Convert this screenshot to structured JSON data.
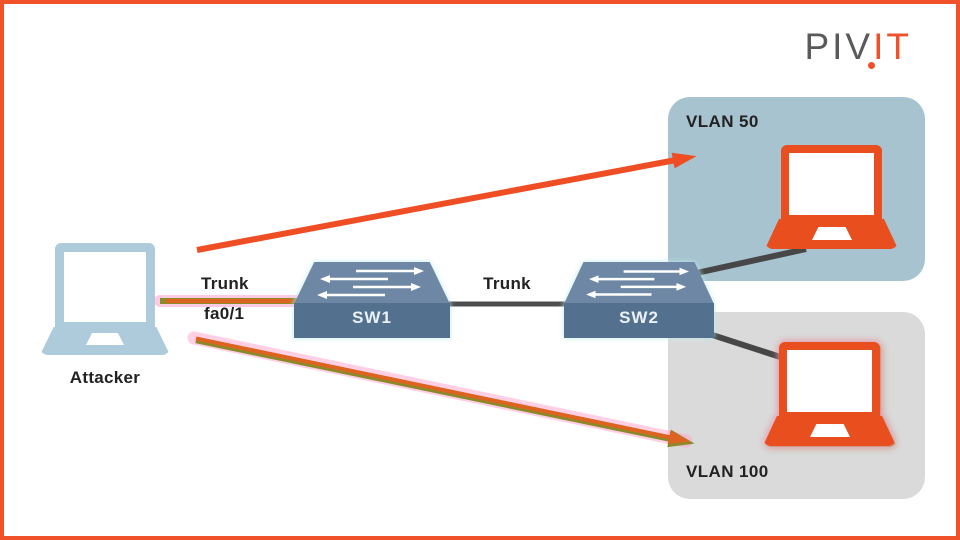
{
  "page": {
    "background": "#ffffff",
    "border_color": "#f0512a"
  },
  "logo": {
    "text_gray": "PIV",
    "text_orange": "IT",
    "gray_color": "#595a5c",
    "orange_color": "#f0512a"
  },
  "nodes": {
    "attacker": {
      "label": "Attacker",
      "type": "laptop",
      "color": "#adcbda"
    },
    "sw1": {
      "label": "SW1",
      "type": "switch",
      "front_color": "#54708f",
      "top_color": "#6d87a4"
    },
    "sw2": {
      "label": "SW2",
      "type": "switch",
      "front_color": "#54708f",
      "top_color": "#6d87a4"
    },
    "vlan50": {
      "label": "VLAN 50",
      "type": "zone",
      "color": "#a6c3cf"
    },
    "vlan100": {
      "label": "VLAN 100",
      "type": "zone",
      "color": "#dadada"
    },
    "vlan50_host": {
      "type": "laptop",
      "color": "#e94e1f"
    },
    "vlan100_host": {
      "type": "laptop",
      "color": "#e94e1f",
      "highlight": "pink-glow"
    }
  },
  "links": {
    "attacker_sw1": {
      "trunk_label": "Trunk",
      "port_label": "fa0/1",
      "color": "#dd6420",
      "highlight": "pink-glow"
    },
    "sw1_sw2": {
      "trunk_label": "Trunk",
      "color": "#4d4d4d"
    },
    "sw2_vlan50_host": {
      "color": "#474747"
    },
    "sw2_vlan100_host": {
      "color": "#474747"
    }
  },
  "arrows": {
    "attacker_to_vlan50": {
      "color": "#ef4d24",
      "from": "attacker",
      "to": "vlan50"
    },
    "attacker_to_vlan100": {
      "color": "#dd6420",
      "edge_color": "#8a8a28",
      "from": "attacker",
      "to": "vlan100",
      "highlight": "pink-glow"
    }
  }
}
